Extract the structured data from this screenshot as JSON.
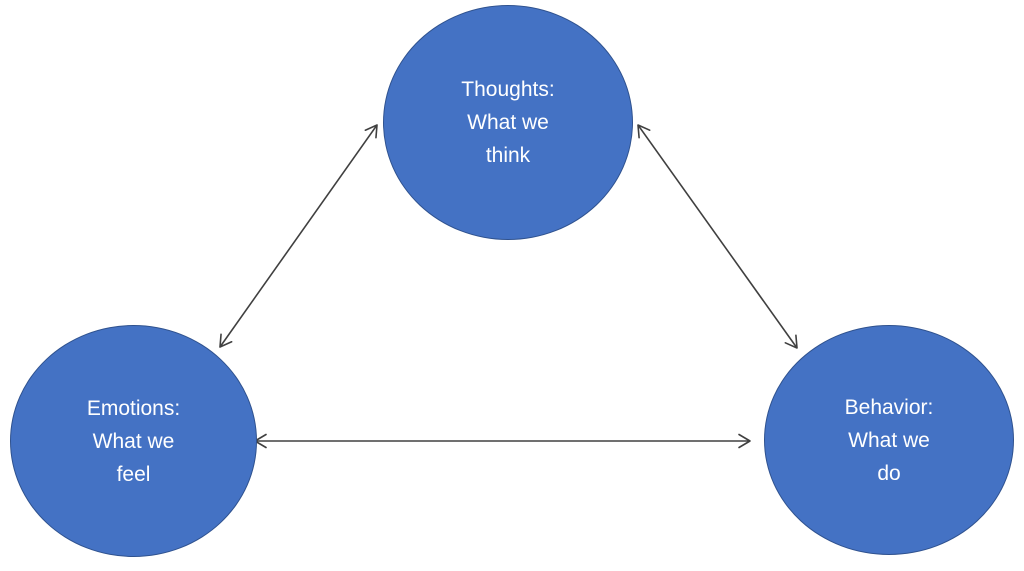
{
  "colors": {
    "background": "#FFFFFF",
    "node_fill": "#4472C4",
    "node_border": "#2F528F",
    "arrow": "#404040",
    "text": "#FFFFFF"
  },
  "nodes": [
    {
      "id": "thoughts",
      "lines": [
        "Thoughts:",
        "What we",
        "think"
      ]
    },
    {
      "id": "emotions",
      "lines": [
        "Emotions:",
        "What we",
        "feel"
      ]
    },
    {
      "id": "behavior",
      "lines": [
        "Behavior:",
        "What we",
        "do"
      ]
    }
  ],
  "edges": [
    {
      "from": "emotions",
      "to": "thoughts",
      "bidirectional": true
    },
    {
      "from": "thoughts",
      "to": "behavior",
      "bidirectional": true
    },
    {
      "from": "emotions",
      "to": "behavior",
      "bidirectional": true
    }
  ]
}
